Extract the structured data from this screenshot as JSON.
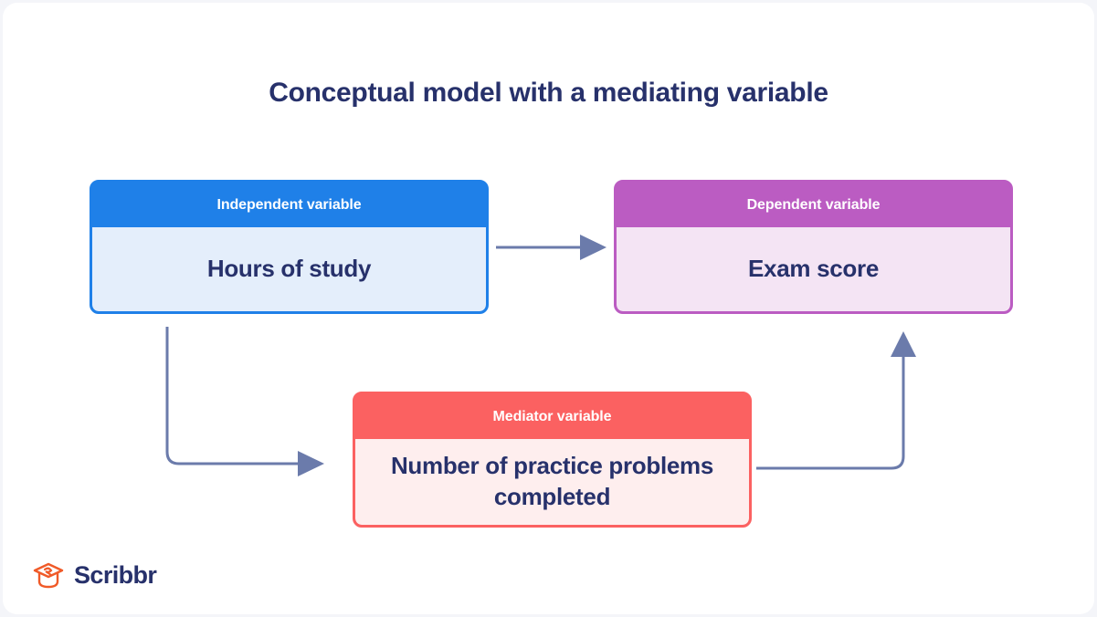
{
  "page": {
    "title": "Conceptual model with a mediating variable",
    "background_color": "#ffffff",
    "title_color": "#27316b"
  },
  "diagram": {
    "type": "conceptual-model",
    "nodes": [
      {
        "id": "independent",
        "role": "Independent variable",
        "label": "Hours of study",
        "header_color": "#1f80e8",
        "body_color": "#e4eefb"
      },
      {
        "id": "dependent",
        "role": "Dependent variable",
        "label": "Exam score",
        "header_color": "#bb5cc2",
        "body_color": "#f4e4f4"
      },
      {
        "id": "mediator",
        "role": "Mediator variable",
        "label": "Number of practice problems completed",
        "header_color": "#fb6161",
        "body_color": "#feeeee"
      }
    ],
    "edges": [
      {
        "id": "iv-to-dv",
        "from": "independent",
        "to": "dependent",
        "style": "straight",
        "direction": "right"
      },
      {
        "id": "iv-to-mv",
        "from": "independent",
        "to": "mediator",
        "style": "elbow",
        "direction": "down-right"
      },
      {
        "id": "mv-to-dv",
        "from": "mediator",
        "to": "dependent",
        "style": "elbow",
        "direction": "right-up"
      }
    ],
    "edge_color": "#6b7bab"
  },
  "footer": {
    "brand": "Scribbr",
    "logo_color": "#f05a28",
    "brand_color": "#27316b"
  }
}
